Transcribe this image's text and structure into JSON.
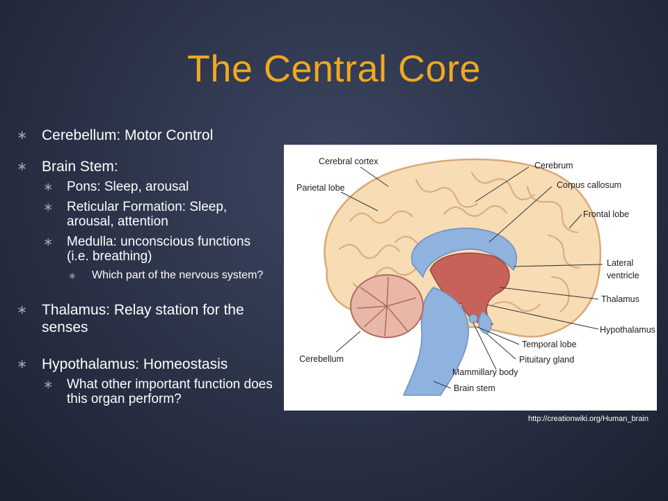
{
  "slide": {
    "title": "The Central Core",
    "credit": "http://creationwiki.org/Human_brain"
  },
  "bullets": {
    "cerebellum": "Cerebellum: Motor Control",
    "brain_stem": "Brain Stem:",
    "pons": "Pons: Sleep, arousal",
    "reticular": "Reticular Formation: Sleep, arousal, attention",
    "medulla": "Medulla: unconscious functions (i.e. breathing)",
    "medulla_question": "Which part of the nervous system?",
    "thalamus": "Thalamus: Relay station for the senses",
    "hypothalamus": "Hypothalamus: Homeostasis",
    "hypothalamus_question": "What other important function does this organ perform?"
  },
  "diagram": {
    "labels": {
      "cerebral_cortex": "Cerebral cortex",
      "parietal_lobe": "Parietal lobe",
      "cerebrum": "Cerebrum",
      "corpus_callosum": "Corpus callosum",
      "frontal_lobe": "Frontal lobe",
      "lateral": "Lateral",
      "ventricle": "ventricle",
      "thalamus": "Thalamus",
      "hypothalamus": "Hypothalamus",
      "temporal_lobe": "Temporal lobe",
      "pituitary_gland": "Pituitary gland",
      "mammillary_body": "Mammillary body",
      "cerebellum": "Cerebellum",
      "brain_stem": "Brain stem"
    }
  },
  "colors": {
    "title": "#f0a81e",
    "cortex": "#f7dcb4",
    "ventricle": "#8fb2de",
    "thalamus": "#c7625a"
  }
}
